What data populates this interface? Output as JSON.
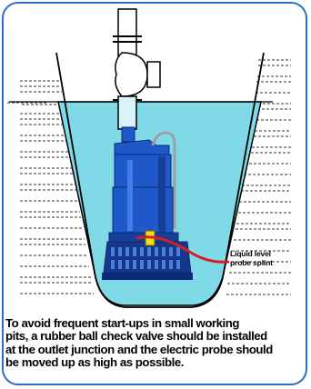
{
  "diagram": {
    "probe_label": [
      "Liquid level",
      "probe splint"
    ],
    "caption": [
      "To avoid frequent start-ups in small working",
      "pits, a rubber ball check valve should be installed",
      "at the outlet junction and the electric probe should",
      "be moved up as high as possible."
    ],
    "colors": {
      "frame": "#2a6fc0",
      "water": "#7fd9e6",
      "pump": "#1f58c8",
      "pump_dark": "#0b2a78",
      "probe_cable": "#d81e1e",
      "probe_body": "#f2dd1b"
    }
  }
}
